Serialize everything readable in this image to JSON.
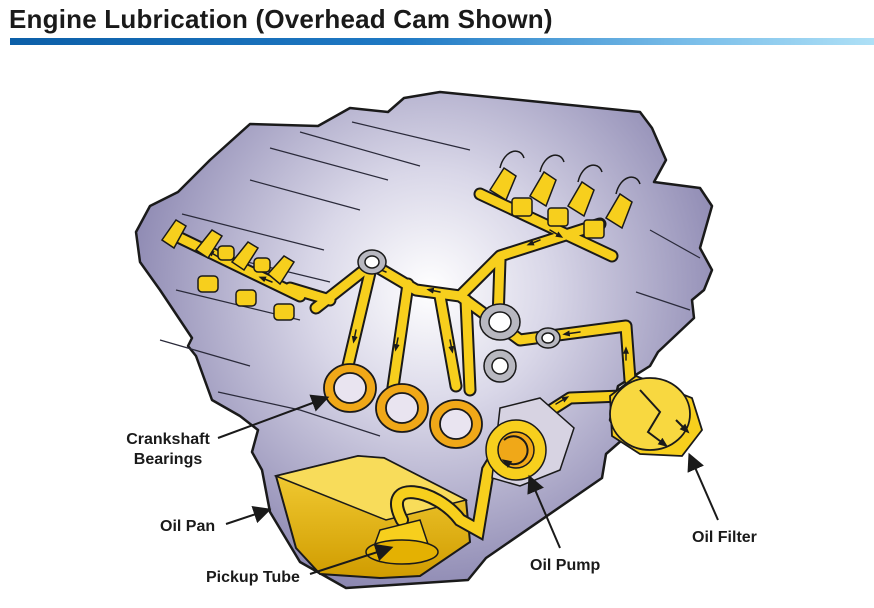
{
  "title": "Engine Lubrication (Overhead Cam Shown)",
  "labels": {
    "crankshaft_line1": "Crankshaft",
    "crankshaft_line2": "Bearings",
    "oil_pan": "Oil Pan",
    "pickup_tube": "Pickup Tube",
    "oil_pump": "Oil Pump",
    "oil_filter": "Oil Filter"
  },
  "colors": {
    "title_bar_start": "#0c5fa8",
    "title_bar_end": "#aee0f6",
    "engine_block": "#8f8bb5",
    "oil_passage": "#f7cf1d",
    "oil_pan": "#e4b102",
    "outline": "#1a1a1a"
  }
}
